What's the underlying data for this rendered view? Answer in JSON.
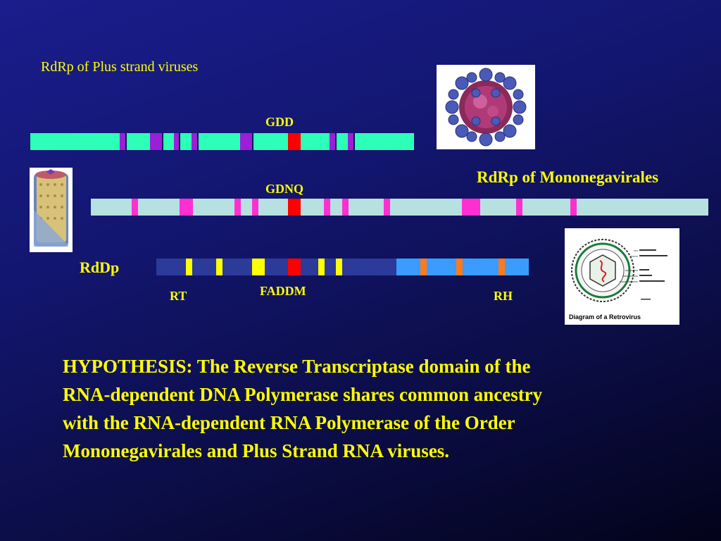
{
  "plus_strand": {
    "title": "RdRp of Plus strand viruses",
    "motif_label": "GDD",
    "bar_color": "#2effb8",
    "motif_color": "#9a1fd6",
    "core_color": "#ff0000"
  },
  "mononegavirales": {
    "title": "RdRp of Mononegavirales",
    "motif_label": "GDNQ",
    "bar_color": "#b7e0e0",
    "motif_color": "#ff2fd2",
    "core_color": "#ff0000"
  },
  "rddp": {
    "title": "RdDp",
    "motif_label": "FADDM",
    "rt_label": "RT",
    "rh_label": "RH",
    "rt_color": "#2c3a9a",
    "rh_color": "#3a9cff",
    "rt_motif_color": "#ffff00",
    "rh_motif_color": "#ff7a1a",
    "core_color": "#ff0000"
  },
  "retrovirus_diagram": {
    "caption": "Diagram of a Retrovirus"
  },
  "hypothesis": {
    "text": "HYPOTHESIS:  The Reverse Transcriptase domain of the\nRNA-dependent DNA Polymerase shares common ancestry\nwith the RNA-dependent RNA Polymerase of the Order\nMononegavirales and Plus Strand RNA viruses."
  }
}
